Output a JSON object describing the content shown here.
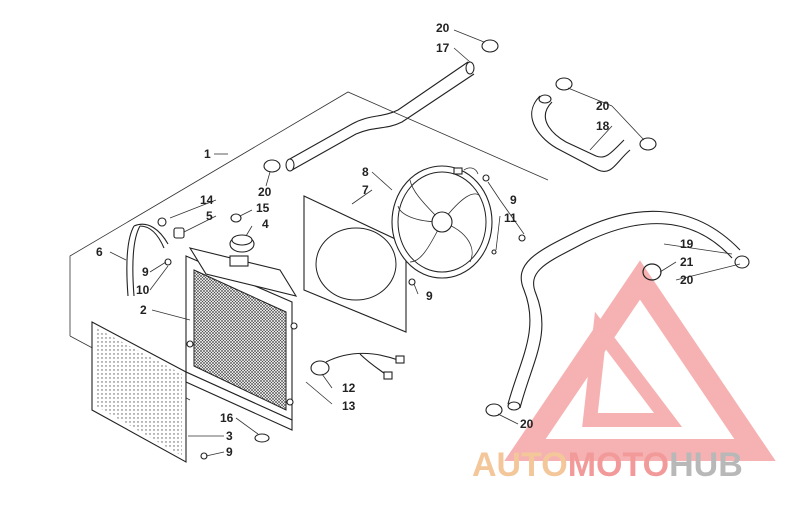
{
  "callouts": {
    "c1": "1",
    "c2": "2",
    "c3": "3",
    "c4": "4",
    "c5": "5",
    "c6": "6",
    "c7": "7",
    "c8": "8",
    "c9a": "9",
    "c9b": "9",
    "c9c": "9",
    "c9d": "9",
    "c10": "10",
    "c11": "11",
    "c12": "12",
    "c13": "13",
    "c14": "14",
    "c15": "15",
    "c16": "16",
    "c17": "17",
    "c18": "18",
    "c19": "19",
    "c20a": "20",
    "c20b": "20",
    "c20c": "20",
    "c20d": "20",
    "c20e": "20",
    "c21": "21"
  },
  "watermark": {
    "auto": "AUTO",
    "moto": "MOTO",
    "hub": "HUB",
    "colors": {
      "auto": "#f3c79a",
      "moto": "#f29a9a",
      "hub": "#b8b8b8",
      "logo": "#f5a5a5"
    }
  },
  "icons": [
    "radiator",
    "fan-shroud",
    "cooling-fan",
    "radiator-cap",
    "coolant-hose",
    "hose-clamp",
    "radiator-screen"
  ]
}
